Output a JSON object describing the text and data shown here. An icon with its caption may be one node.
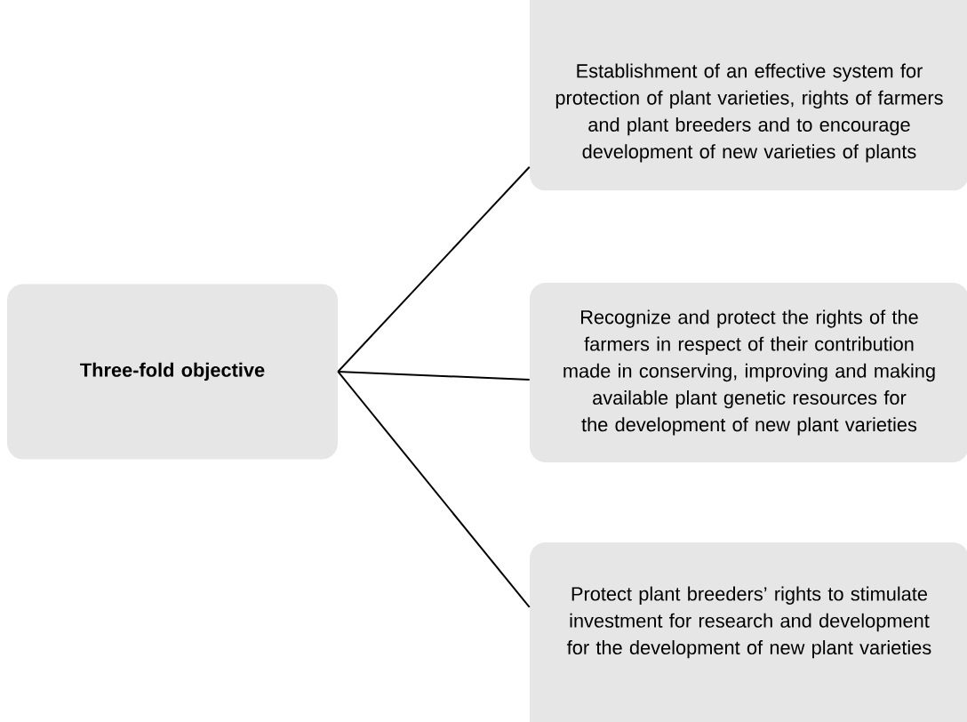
{
  "diagram": {
    "nodes": [
      {
        "text": [
          "Three-fold objective"
        ]
      },
      {
        "text": [
          "Establishment of an effective system for protection of plant varieties, rights of farmers and plant breeders and to encourage development of new varieties of plants"
        ]
      },
      {
        "text": [
          "Recognize and protect the rights of the farmers in respect of their contribution made in conserving, improving and making available plant genetic resources for the development of new plant varieties"
        ]
      },
      {
        "text": [
          "Protect plant breeders’ rights to stimulate investment for research and development for the development of new plant varieties"
        ]
      }
    ],
    "edges": [
      {
        "from": 0,
        "to": 1,
        "arrow": "none"
      },
      {
        "from": 0,
        "to": 2,
        "arrow": "none"
      },
      {
        "from": 0,
        "to": 3,
        "arrow": "none"
      }
    ]
  }
}
